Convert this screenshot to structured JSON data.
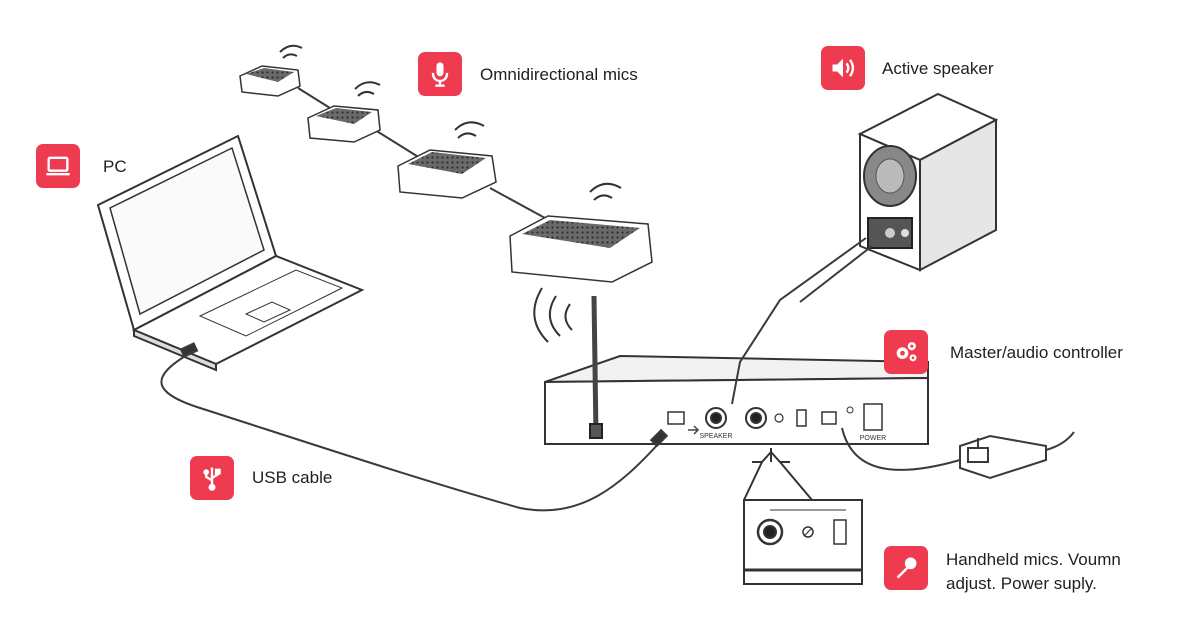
{
  "labels": {
    "mics": "Omnidirectional mics",
    "speaker": "Active speaker",
    "pc": "PC",
    "controller": "Master/audio controller",
    "usb": "USB cable",
    "handheld_line1": "Handheld mics. Voumn",
    "handheld_line2": "adjust. Power suply."
  },
  "panel_text": {
    "speaker_port": "SPEAKER",
    "power_port": "POWER"
  },
  "icons": {
    "mics": "microphone-icon",
    "speaker": "speaker-volume-icon",
    "pc": "laptop-icon",
    "controller": "gears-icon",
    "usb": "usb-icon",
    "handheld": "handheld-mic-icon"
  },
  "colors": {
    "accent": "#ef3b4f",
    "line": "#3a3a3a"
  }
}
